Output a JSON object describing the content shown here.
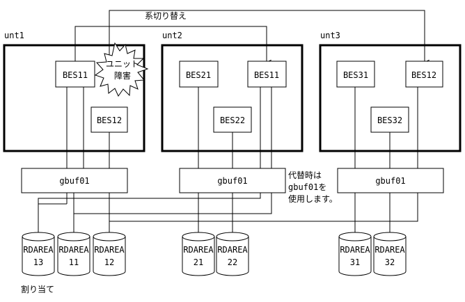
{
  "failover_label": "系切り替え",
  "fault_label_line1": "ユニット",
  "fault_label_line2": "障害",
  "units": [
    {
      "label": "unt1"
    },
    {
      "label": "unt2"
    },
    {
      "label": "unt3"
    }
  ],
  "bes": {
    "u1_bes11": "BES11",
    "u1_bes12": "BES12",
    "u2_bes21": "BES21",
    "u2_bes11": "BES11",
    "u2_bes22": "BES22",
    "u3_bes31": "BES31",
    "u3_bes12": "BES12",
    "u3_bes32": "BES32"
  },
  "gbuf": {
    "g1": "gbuf01",
    "g2": "gbuf01",
    "g3": "gbuf01"
  },
  "note": {
    "line1": "代替時は",
    "line2": "gbuf01を",
    "line3": "使用します。"
  },
  "rdareas": [
    {
      "name": "RDAREA",
      "num": "13"
    },
    {
      "name": "RDAREA",
      "num": "11"
    },
    {
      "name": "RDAREA",
      "num": "12"
    },
    {
      "name": "RDAREA",
      "num": "21"
    },
    {
      "name": "RDAREA",
      "num": "22"
    },
    {
      "name": "RDAREA",
      "num": "31"
    },
    {
      "name": "RDAREA",
      "num": "32"
    }
  ],
  "allocation_label": "割り当て"
}
